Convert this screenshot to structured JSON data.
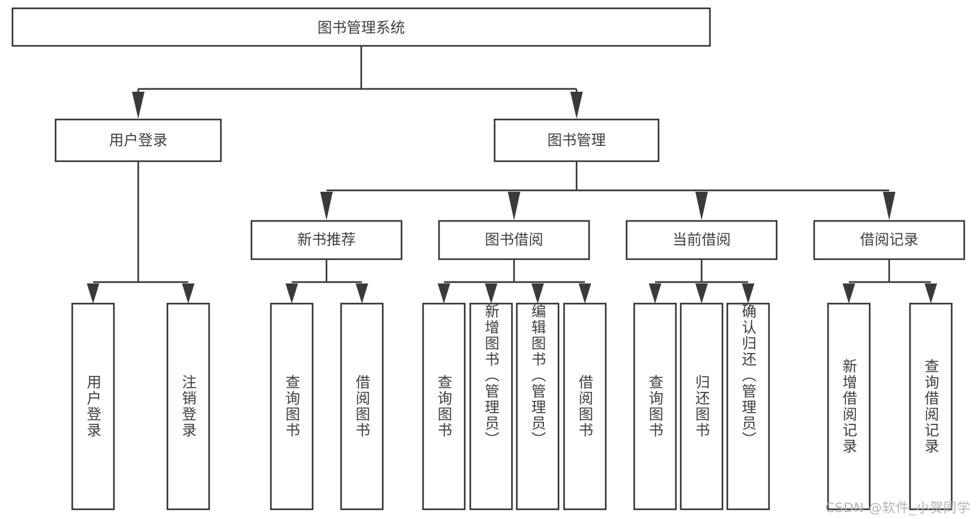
{
  "diagram": {
    "type": "tree-hierarchy-diagram",
    "title": "图书管理系统",
    "theme": {
      "background": "#ffffff",
      "box_fill": "#ffffff",
      "box_stroke": "#3a3a3a",
      "connector": "#3a3a3a",
      "text": "#3d3d3d",
      "watermark": "#b4b4b4"
    },
    "root": {
      "label": "图书管理系统",
      "orientation": "horizontal"
    },
    "level2": [
      {
        "label": "用户登录",
        "orientation": "horizontal"
      },
      {
        "label": "图书管理",
        "orientation": "horizontal"
      }
    ],
    "level3": [
      {
        "label": "新书推荐",
        "orientation": "horizontal"
      },
      {
        "label": "图书借阅",
        "orientation": "horizontal"
      },
      {
        "label": "当前借阅",
        "orientation": "horizontal"
      },
      {
        "label": "借阅记录",
        "orientation": "horizontal"
      }
    ],
    "leaves": {
      "user_login": [
        {
          "label": "用户登录",
          "orientation": "vertical"
        },
        {
          "label": "注销登录",
          "orientation": "vertical"
        }
      ],
      "new_book_recommend": [
        {
          "label": "查询图书",
          "orientation": "vertical"
        },
        {
          "label": "借阅图书",
          "orientation": "vertical"
        }
      ],
      "book_borrow": [
        {
          "label": "查询图书",
          "orientation": "vertical"
        },
        {
          "label": "新增图书（管理员）",
          "orientation": "vertical"
        },
        {
          "label": "编辑图书（管理员）",
          "orientation": "vertical"
        },
        {
          "label": "借阅图书",
          "orientation": "vertical"
        }
      ],
      "current_borrow": [
        {
          "label": "查询图书",
          "orientation": "vertical"
        },
        {
          "label": "归还图书",
          "orientation": "vertical"
        },
        {
          "label": "确认归还（管理员）",
          "orientation": "vertical"
        }
      ],
      "borrow_record": [
        {
          "label": "新增借阅记录",
          "orientation": "vertical"
        },
        {
          "label": "查询借阅记录",
          "orientation": "vertical"
        }
      ]
    },
    "watermark": "CSDN @软件_小贺同学"
  }
}
